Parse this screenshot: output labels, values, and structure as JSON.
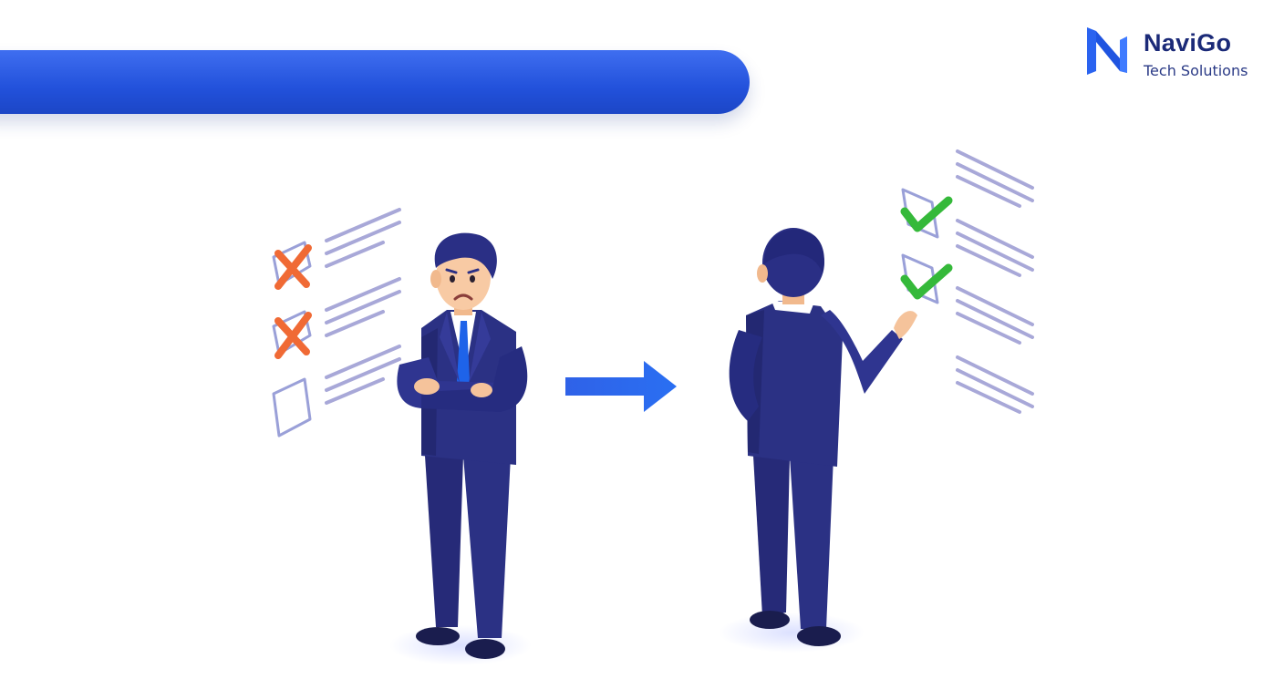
{
  "brand": {
    "name": "NaviGo",
    "tagline": "Tech Solutions",
    "icon": "navigo-logo-icon",
    "colors": {
      "primary": "#1f54e0",
      "text": "#1b2a78"
    }
  },
  "illustration": {
    "banner_color": "#2251db",
    "before_list": {
      "items": [
        "cross",
        "cross",
        "empty"
      ],
      "mark_color": "#f06a35"
    },
    "transition": {
      "icon": "arrow-right-icon",
      "color": "#2860e6"
    },
    "after_list": {
      "items": [
        "check",
        "check",
        "none",
        "none"
      ],
      "mark_color": "#35b93a"
    },
    "suit_color": "#2b3184"
  }
}
